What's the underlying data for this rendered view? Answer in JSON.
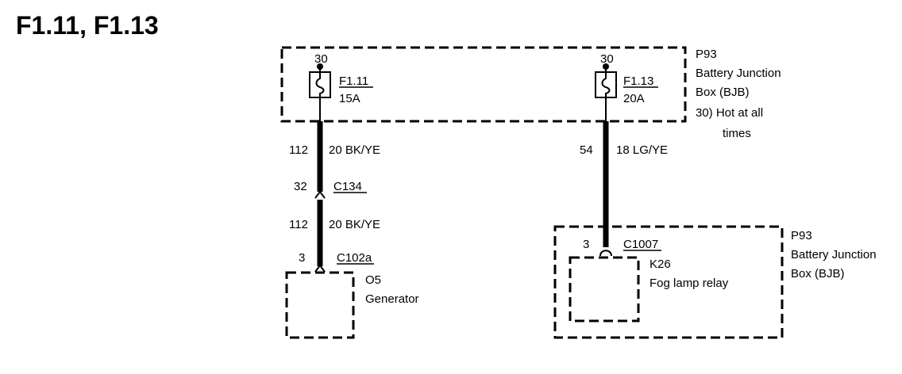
{
  "title": "F1.11, F1.13",
  "bjb_top": {
    "id": "P93",
    "name_line1": "Battery Junction",
    "name_line2": "Box (BJB)",
    "note_line1": "30)  Hot at all",
    "note_line2": "times"
  },
  "fuse_left": {
    "pin": "30",
    "id": "F1.11",
    "rating": "15A"
  },
  "fuse_right": {
    "pin": "30",
    "id": "F1.13",
    "rating": "20A"
  },
  "wire_left_upper": {
    "circuit": "112",
    "gauge_color": "20 BK/YE"
  },
  "connector_c134": {
    "pin": "32",
    "id": "C134"
  },
  "wire_left_lower": {
    "circuit": "112",
    "gauge_color": "20 BK/YE"
  },
  "connector_c102a": {
    "pin": "3",
    "id": "C102a"
  },
  "generator": {
    "id": "O5",
    "name": "Generator"
  },
  "wire_right": {
    "circuit": "54",
    "gauge_color": "18 LG/YE"
  },
  "connector_c1007": {
    "pin": "3",
    "id": "C1007"
  },
  "relay": {
    "id": "K26",
    "name": "Fog lamp relay"
  },
  "bjb_bottom": {
    "id": "P93",
    "name_line1": "Battery Junction",
    "name_line2": "Box (BJB)"
  }
}
